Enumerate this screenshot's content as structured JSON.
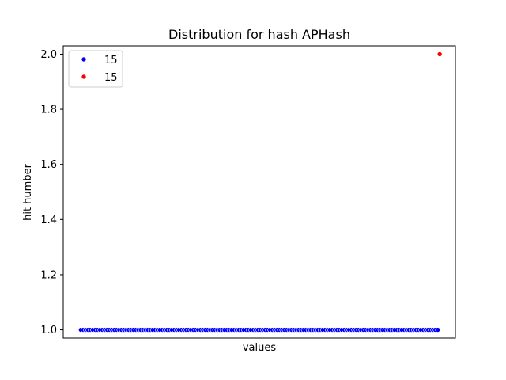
{
  "chart_data": {
    "type": "scatter",
    "title": "Distribution for hash APHash",
    "xlabel": "values",
    "ylabel": "hit humber",
    "ylim": [
      0.97,
      2.03
    ],
    "yticks": [
      "1.0",
      "1.2",
      "1.4",
      "1.6",
      "1.8",
      "2.0"
    ],
    "ytick_values": [
      1.0,
      1.2,
      1.4,
      1.6,
      1.8,
      2.0
    ],
    "x_ticks_shown": false,
    "grid": false,
    "legend_position": "top-left",
    "series": [
      {
        "name": "15",
        "color": "#0000ff",
        "marker_edge": "#ffffff",
        "y_value": 1.0,
        "point_count": 150
      },
      {
        "name": "15",
        "color": "#ff0000",
        "marker_edge": "#ffffff",
        "points": [
          {
            "x": 0.96,
            "y": 2.0
          }
        ]
      }
    ]
  }
}
